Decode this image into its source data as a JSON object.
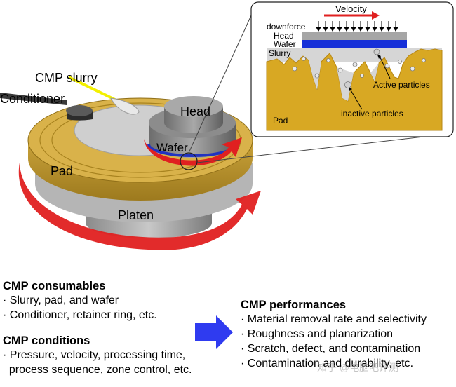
{
  "diagram": {
    "slurry_label": "CMP slurry",
    "conditioner_label": "Conditioner",
    "head_label": "Head",
    "wafer_label": "Wafer",
    "pad_label": "Pad",
    "platen_label": "Platen"
  },
  "inset": {
    "velocity_label": "Velocity",
    "downforce_label": "downforce",
    "head_label": "Head",
    "wafer_label": "Wafer",
    "slurry_label": "Slurry",
    "active_label": "Active particles",
    "inactive_label": "inactive particles",
    "pad_label": "Pad"
  },
  "consumables": {
    "heading": "CMP consumables",
    "items": [
      "· Slurry, pad, and wafer",
      "· Conditioner, retainer ring, etc."
    ]
  },
  "conditions": {
    "heading": "CMP conditions",
    "items": [
      "· Pressure, velocity, processing time,",
      "  process sequence, zone control, etc."
    ]
  },
  "performances": {
    "heading": "CMP performances",
    "items": [
      "· Material removal rate and selectivity",
      "· Roughness and planarization",
      "· Scratch, defect, and contamination",
      "· Contamination and durability, etc."
    ]
  },
  "watermark": "知乎 @电脑吧评测"
}
